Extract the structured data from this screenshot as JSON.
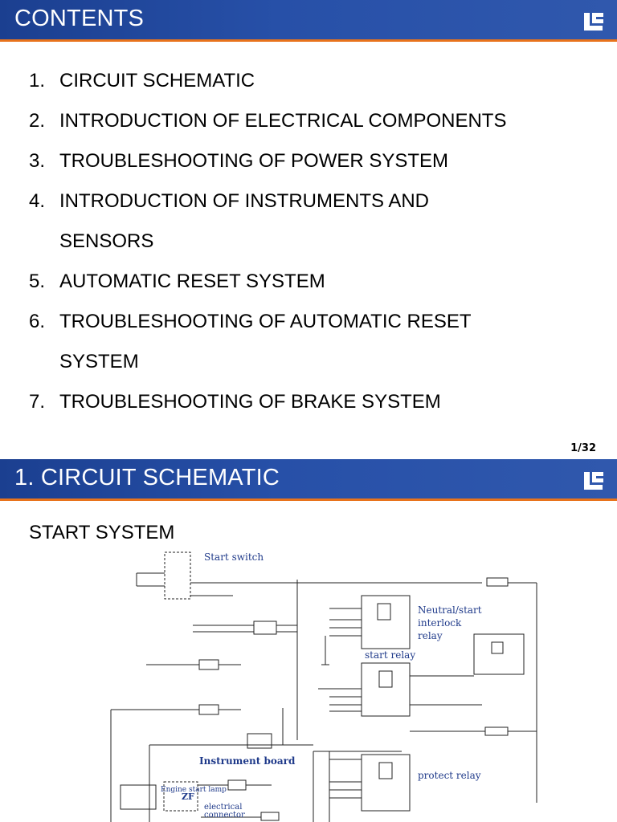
{
  "slide1": {
    "title": "CONTENTS",
    "page_number": "1/32",
    "items": [
      {
        "number": "1.",
        "lines": [
          "CIRCUIT SCHEMATIC"
        ]
      },
      {
        "number": "2.",
        "lines": [
          "INTRODUCTION OF ELECTRICAL COMPONENTS"
        ]
      },
      {
        "number": "3.",
        "lines": [
          "TROUBLESHOOTING OF POWER SYSTEM"
        ]
      },
      {
        "number": "4.",
        "lines": [
          "INTRODUCTION OF INSTRUMENTS AND",
          "SENSORS"
        ]
      },
      {
        "number": "5.",
        "lines": [
          "AUTOMATIC RESET SYSTEM"
        ]
      },
      {
        "number": "6.",
        "lines": [
          "TROUBLESHOOTING OF AUTOMATIC RESET",
          "SYSTEM"
        ]
      },
      {
        "number": "7.",
        "lines": [
          "TROUBLESHOOTING OF BRAKE SYSTEM"
        ]
      }
    ]
  },
  "slide2": {
    "title": "1. CIRCUIT SCHEMATIC",
    "subheading": "START SYSTEM",
    "labels": {
      "start_switch": "Start switch",
      "neutral_start": "Neutral/start",
      "interlock": "interlock",
      "relay": "relay",
      "start_relay": "start relay",
      "instrument_board": "Instrument board",
      "engine_start_lamp": "Engine start lamp",
      "zf": "ZF",
      "electrical": "electrical",
      "connector": "connector",
      "protect_relay": "protect relay"
    }
  },
  "colors": {
    "title_bar": "#2750a8",
    "accent_line": "#e8731c",
    "label_blue": "#1f3a8a"
  },
  "icons": {
    "logo": "liugong-logo-icon"
  }
}
